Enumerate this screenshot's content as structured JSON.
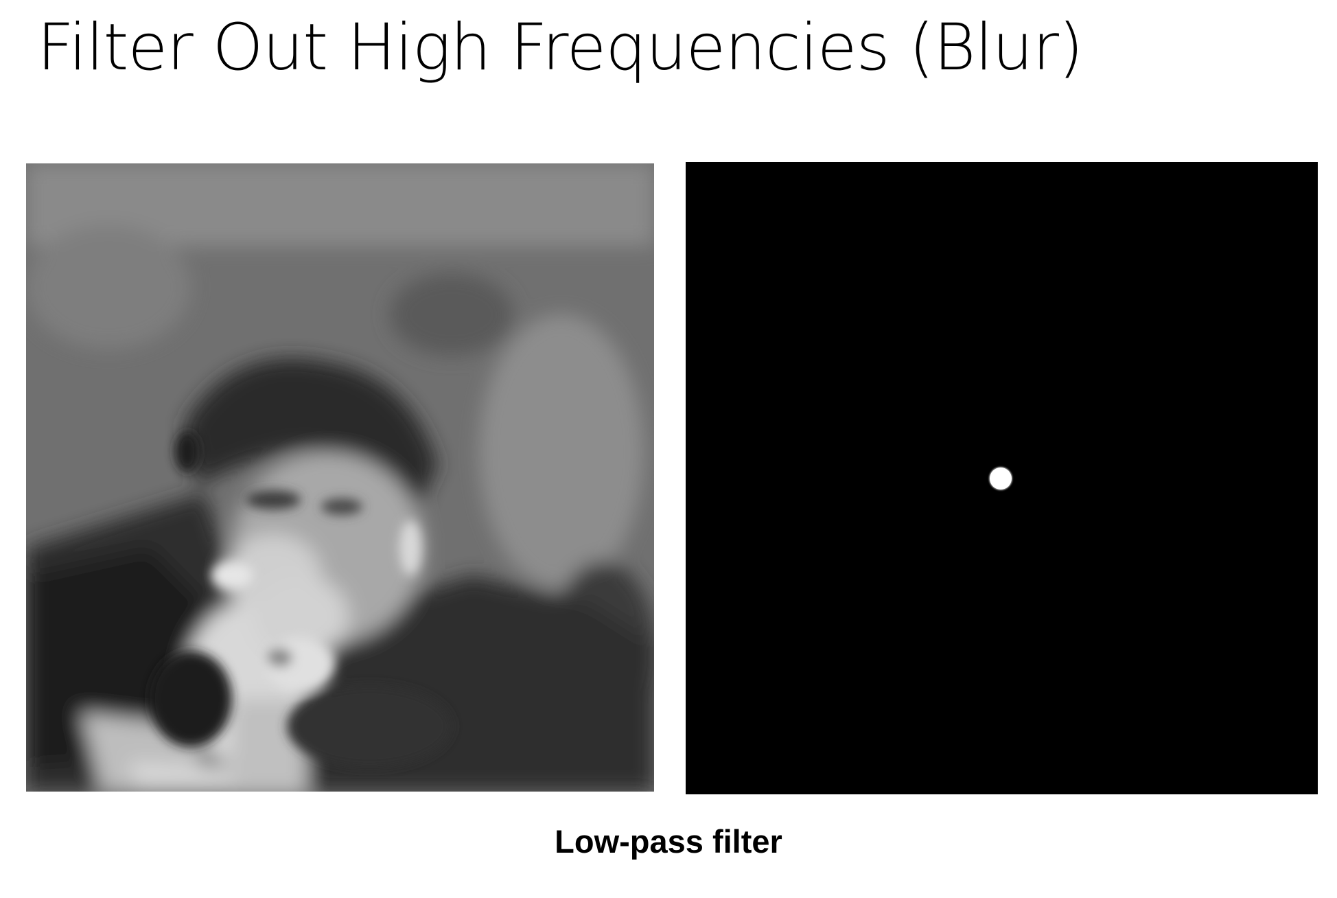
{
  "slide": {
    "title": "Filter Out High Frequencies (Blur)",
    "caption": "Low-pass filter"
  },
  "images": {
    "left": "blurred grayscale photograph of a man (low-pass filtered)",
    "right": "frequency-domain mask: black field with small white disk at center"
  },
  "colors": {
    "background": "#ffffff",
    "mask_background": "#000000",
    "mask_passband": "#ffffff"
  }
}
